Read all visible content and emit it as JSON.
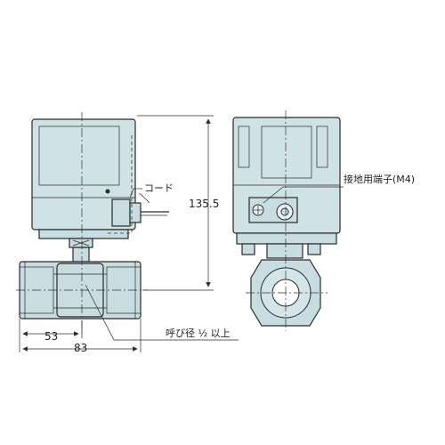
{
  "labels": {
    "cord": "コード",
    "height": "135.5",
    "ground_terminal": "接地用端子(M4)",
    "nominal": "呼び径 ½ 以上",
    "dim_53": "53",
    "dim_83": "83"
  },
  "colors": {
    "body_fill": "#cfe2e6",
    "line": "#2a2a2a"
  }
}
